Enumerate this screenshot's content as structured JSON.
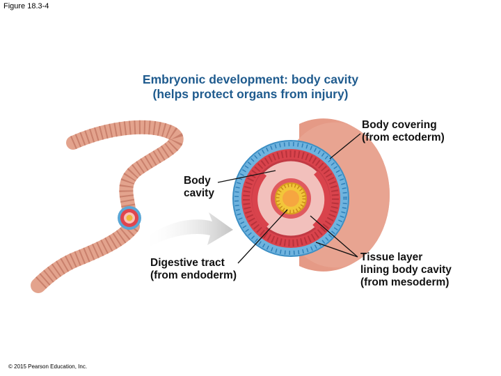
{
  "figure_label": "Figure 18.3-4",
  "title": {
    "line1": "Embryonic development: body cavity",
    "line2": "(helps protect organs from injury)"
  },
  "labels": {
    "body_covering": {
      "line1": "Body covering",
      "line2": "(from ectoderm)"
    },
    "body_cavity": {
      "line1": "Body",
      "line2": "cavity"
    },
    "digestive_tract": {
      "line1": "Digestive tract",
      "line2": "(from endoderm)"
    },
    "tissue_layer": {
      "line1": "Tissue layer",
      "line2": "lining body cavity",
      "line3": "(from mesoderm)"
    }
  },
  "copyright": "© 2015 Pearson Education, Inc.",
  "colors": {
    "title": "#1f5b8e",
    "worm": "#e7a68f",
    "muscle": "#d9474f",
    "ectoderm_cells": "#5aa6d6",
    "endoderm_cells": "#f2c63a",
    "arrow": "#c8c8c8"
  }
}
